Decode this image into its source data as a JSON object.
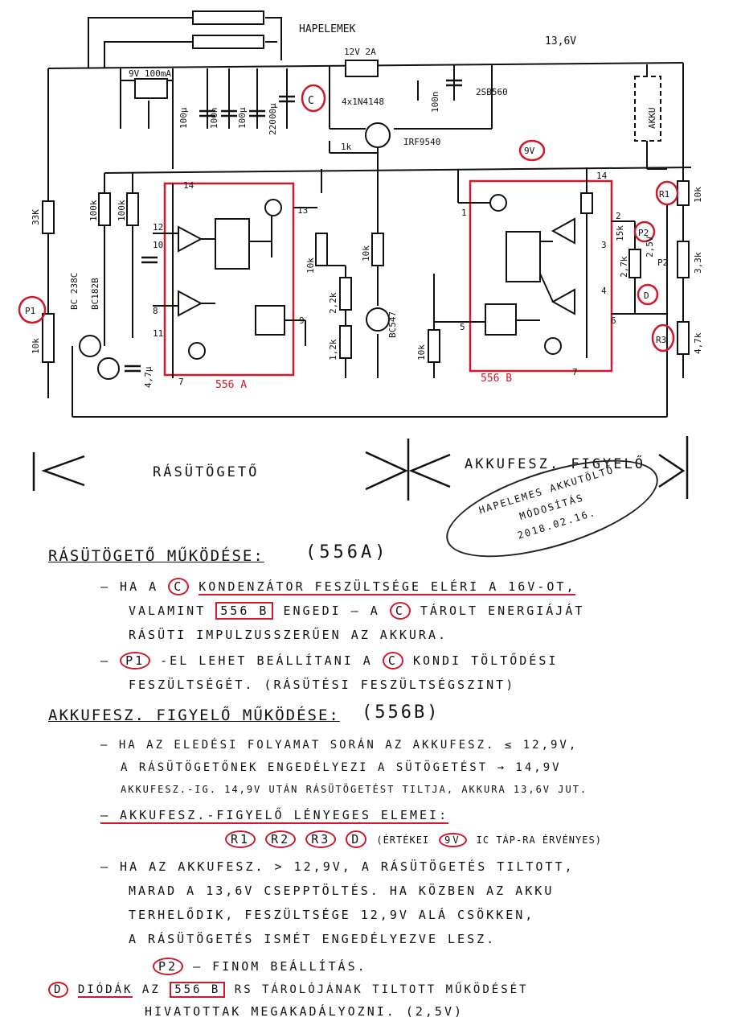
{
  "schematic": {
    "labels": {
      "led_group": "HAPELEMEK",
      "supply_voltage": "13,6V",
      "ref_9v_100ma": "9V 100mA",
      "ref_12v_2a": "12V 2A",
      "c_100u_1": "100µ",
      "c_100n_1": "100n",
      "c_100u_2": "100µ",
      "c_22000u": "22000µ",
      "cap_c_marker": "C",
      "diode_4x1n4148": "4x1N4148",
      "c_100n_2": "100n",
      "diode_2sb560": "2SB560",
      "res_1k": "1k",
      "mosfet": "IRF9540",
      "rail_9v_marker": "9V",
      "res_33k": "33K",
      "trans_bc238c": "BC 238C",
      "trans_bc182b": "BC182B",
      "res_100k_a": "100k",
      "res_100k_b": "100k",
      "p1_marker": "P1",
      "pot_10k_a": "10k",
      "cap_4u7": "4,7µ",
      "pin_14_a": "14",
      "pin_10": "10",
      "pin_13": "13",
      "pin_12": "12",
      "pin_11": "11",
      "pin_8": "8",
      "pin_9": "9",
      "pin_7": "7",
      "chip_a": "556 A",
      "res_10k_led": "10k",
      "res_2k2": "2,2k",
      "res_1k2": "1,2k",
      "res_10k_b": "10k",
      "trans_bc547": "BC547",
      "res_10k_c": "10k",
      "pin_14_b": "14",
      "pin_1": "1",
      "pin_2": "2",
      "pin_3": "3",
      "pin_4": "4",
      "pin_5": "5",
      "pin_6": "6",
      "pin_7_b": "7",
      "res_15k": "15k",
      "res_2k7": "2,7k",
      "chip_b": "556 B",
      "battery_label": "AKKU",
      "r1_marker": "R1",
      "res_10k_r1": "10k",
      "p2_marker": "P2",
      "d_marker": "D",
      "diode_2v5": "2,5V",
      "p2_small": "P2",
      "res_3k3": "3,3k",
      "r3_marker": "R3",
      "res_4k7": "4,7k"
    },
    "sections": {
      "left": "RÁSÜTÖGETŐ",
      "right": "AKKUFESZ. FIGYELŐ"
    }
  },
  "stamp": {
    "line1": "HAPELEMES AKKUTÖLTŐ",
    "line2": "MÓDOSÍTÁS",
    "date": "2018.02.16."
  },
  "notes": {
    "h1_main": "RÁSÜTÖGETŐ MŰKÖDÉSE:",
    "h1_suffix": "(556A)",
    "l1_a": "– HA A",
    "l1_c": "C",
    "l1_b": "KONDENZÁTOR FESZÜLTSÉGE ELÉRI A 16V-OT,",
    "l2_a": "VALAMINT",
    "l2_box": "556 B",
    "l2_b": "ENGEDI – A",
    "l2_c": "C",
    "l2_d": "TÁROLT ENERGIÁJÁT",
    "l3": "RÁSÜTI IMPULZUSSZERŰEN AZ AKKURA.",
    "l4_a": "–",
    "l4_p1": "P1",
    "l4_b": "-EL LEHET BEÁLLÍTANI A",
    "l4_c": "C",
    "l4_d": "KONDI TÖLTŐDÉSI",
    "l5": "FESZÜLTSÉGÉT. (RÁSÜTÉSI FESZÜLTSÉGSZINT)",
    "h2_main": "AKKUFESZ. FIGYELŐ MŰKÖDÉSE:",
    "h2_suffix": "(556B)",
    "l6": "– HA AZ ELEDÉSI FOLYAMAT SORÁN AZ AKKUFESZ. ≤ 12,9V,",
    "l7": "A RÁSÜTÖGETŐNEK ENGEDÉLYEZI A SÜTÖGETÉST → 14,9V",
    "l8": "AKKUFESZ.-IG. 14,9V UTÁN RÁSÜTÖGETÉST TILTJA, AKKURA 13,6V JUT.",
    "l9": "– AKKUFESZ.-FIGYELŐ LÉNYEGES ELEMEI:",
    "l10_r1": "R1",
    "l10_r2": "R2",
    "l10_r3": "R3",
    "l10_d": "D",
    "l10_a": "(ÉRTÉKEI",
    "l10_9v": "9V",
    "l10_b": "IC TÁP-RA ÉRVÉNYES)",
    "l11": "– HA AZ AKKUFESZ. > 12,9V, A RÁSÜTÖGETÉS TILTOTT,",
    "l12": "MARAD A 13,6V CSEPPTÖLTÉS. HA KÖZBEN AZ AKKU",
    "l13": "TERHELŐDIK, FESZÜLTSÉGE 12,9V ALÁ CSÖKKEN,",
    "l14": "A RÁSÜTÖGETÉS ISMÉT ENGEDÉLYEZVE LESZ.",
    "l15_p2": "P2",
    "l15": "– FINOM BEÁLLÍTÁS.",
    "l16_d": "D",
    "l16_a": "DIÓDÁK",
    "l16_b": "AZ",
    "l16_box": "556 B",
    "l16_c": "RS TÁROLÓJÁNAK TILTOTT MŰKÖDÉSÉT",
    "l17": "HIVATOTTAK MEGAKADÁLYOZNI. (2,5V)"
  },
  "colors": {
    "ink": "#111111",
    "red": "#d0182a"
  }
}
